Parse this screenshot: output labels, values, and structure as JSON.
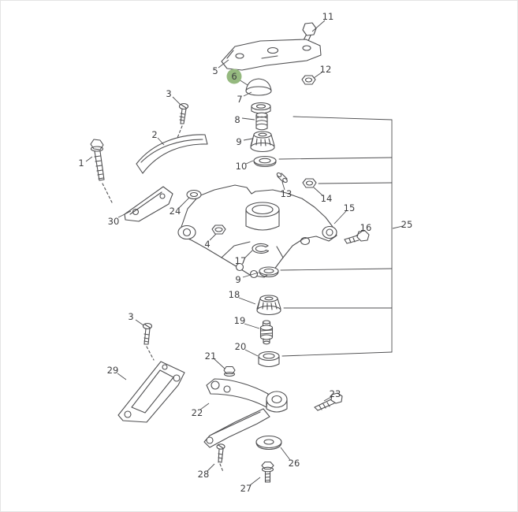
{
  "page": {
    "background": "#ffffff",
    "frame_border_color": "#e4e4e4"
  },
  "diagram": {
    "line_color": "#4f4f51",
    "label_color": "#3e3e40",
    "highlight": {
      "label": "6",
      "fill": "#95b97f"
    },
    "callouts": [
      {
        "label": "11"
      },
      {
        "label": "5"
      },
      {
        "label": "12"
      },
      {
        "label": "6"
      },
      {
        "label": "7"
      },
      {
        "label": "8"
      },
      {
        "label": "9"
      },
      {
        "label": "10"
      },
      {
        "label": "13"
      },
      {
        "label": "14"
      },
      {
        "label": "3"
      },
      {
        "label": "2"
      },
      {
        "label": "1"
      },
      {
        "label": "30"
      },
      {
        "label": "24"
      },
      {
        "label": "4"
      },
      {
        "label": "15"
      },
      {
        "label": "16"
      },
      {
        "label": "25"
      },
      {
        "label": "17"
      },
      {
        "label": "9"
      },
      {
        "label": "18"
      },
      {
        "label": "19"
      },
      {
        "label": "20"
      },
      {
        "label": "3"
      },
      {
        "label": "21"
      },
      {
        "label": "29"
      },
      {
        "label": "22"
      },
      {
        "label": "23"
      },
      {
        "label": "26"
      },
      {
        "label": "27"
      },
      {
        "label": "28"
      }
    ]
  }
}
